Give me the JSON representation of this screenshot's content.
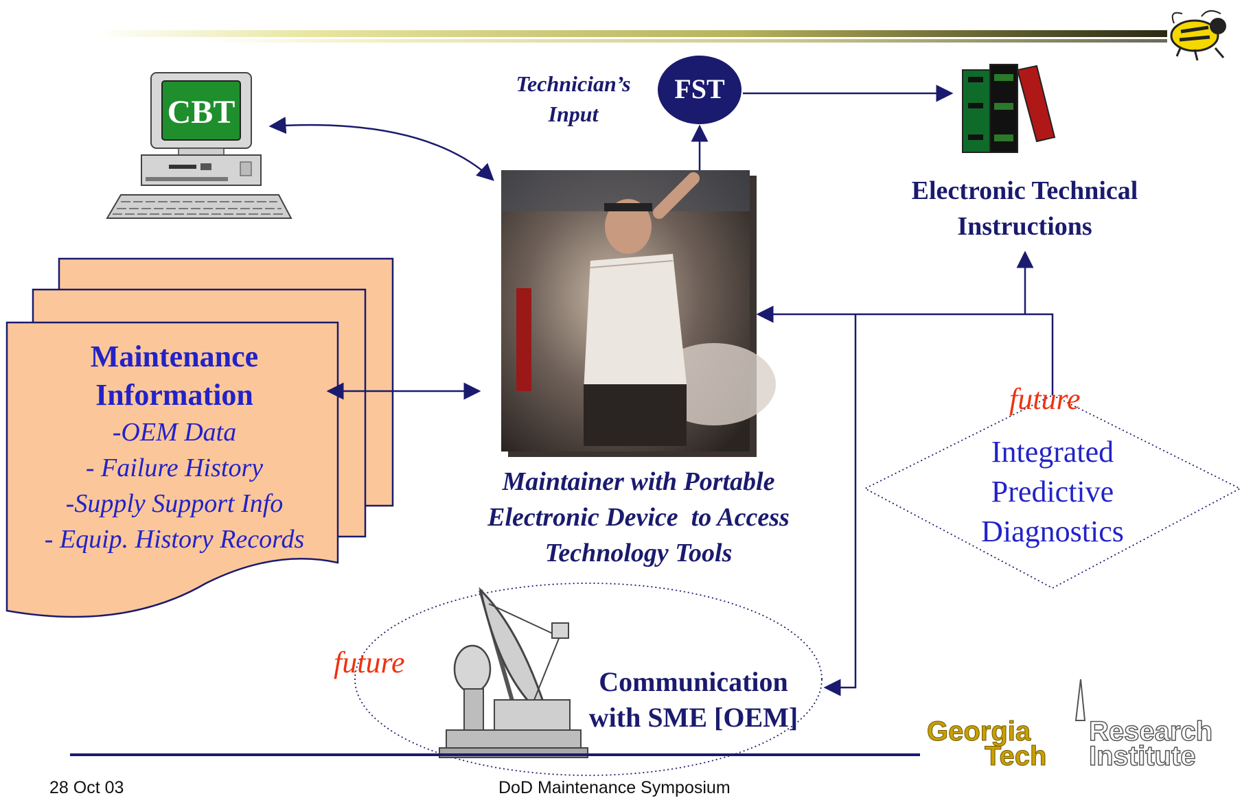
{
  "cbt": {
    "label": "CBT"
  },
  "technician_input": {
    "line1": "Technician’s",
    "line2": "Input"
  },
  "fst": {
    "label": "FST"
  },
  "eti": {
    "line1": "Electronic Technical",
    "line2": "Instructions"
  },
  "maintenance": {
    "title1": "Maintenance",
    "title2": "Information",
    "items": [
      "-OEM Data",
      "- Failure History",
      "-Supply Support Info",
      "- Equip. History Records"
    ]
  },
  "maintainer_caption": {
    "line1": "Maintainer with Portable",
    "line2": "Electronic Device  to Access",
    "line3": "Technology Tools"
  },
  "ipd": {
    "future": "future",
    "line1": "Integrated",
    "line2": "Predictive",
    "line3": "Diagnostics"
  },
  "comm": {
    "future": "future",
    "line1": "Communication",
    "line2": "with SME [OEM]"
  },
  "logo": {
    "line1": "Georgia",
    "line2": "Tech",
    "line3": "Research",
    "line4": "Institute"
  },
  "footer": {
    "date": "28 Oct 03",
    "title": "DoD Maintenance Symposium"
  },
  "colors": {
    "navy": "#1a1a6e",
    "doc_fill": "#fbc79a",
    "logo_gold": "#c9a000",
    "future_red": "#ee3311",
    "link_blue": "#2222c8"
  }
}
